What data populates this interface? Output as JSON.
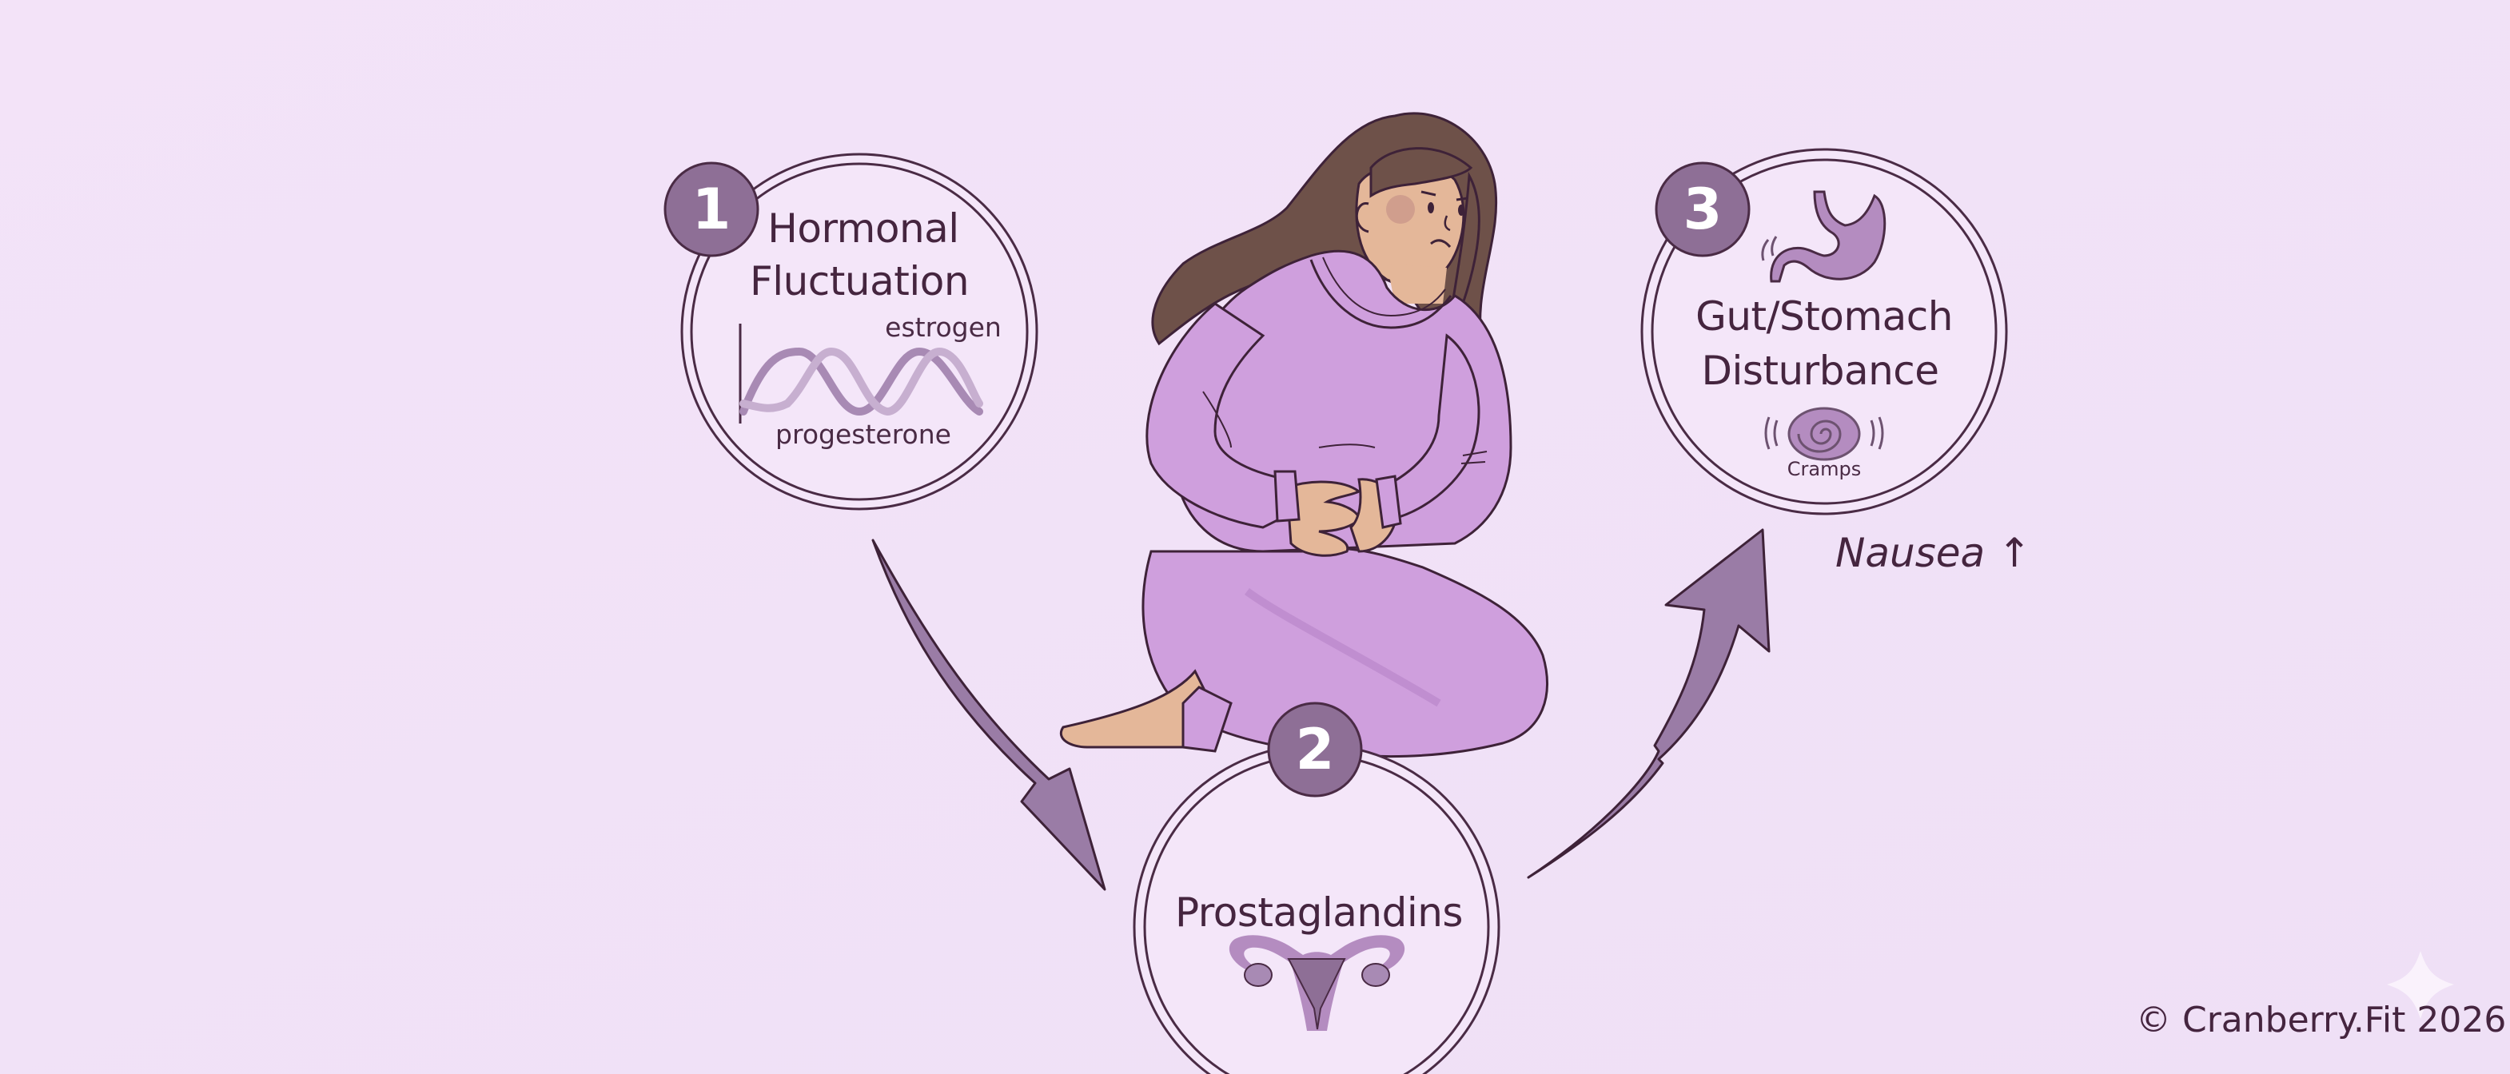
{
  "colors": {
    "background": "#f3e3f8",
    "ink": "#45253f",
    "badge_fill": "#8e6f96",
    "arrow_fill": "#9a7ca6",
    "sweater": "#cf9fdd",
    "sweater_shadow": "#b987cb",
    "skin": "#e4b799",
    "hair": "#6e5149",
    "organ": "#b48cc0"
  },
  "steps": [
    {
      "number": "1",
      "title_line1": "Hormonal",
      "title_line2": "Fluctuation",
      "chart_labels": {
        "top": "estrogen",
        "bottom": "progesterone"
      },
      "icon": "hormone-wave-icon"
    },
    {
      "number": "2",
      "title": "Prostaglandins",
      "icon": "uterus-icon"
    },
    {
      "number": "3",
      "title_line1": "Gut/Stomach",
      "title_line2": "Disturbance",
      "icon": "stomach-icon",
      "sub_icon": "cramp-spiral-icon",
      "sub_label": "Cramps"
    }
  ],
  "side_note": {
    "text": "Nausea",
    "arrow": "↑"
  },
  "figure": {
    "description": "woman kneeling holding stomach in pain"
  },
  "footer": {
    "copyright": "© Cranberry.Fit 2026"
  }
}
